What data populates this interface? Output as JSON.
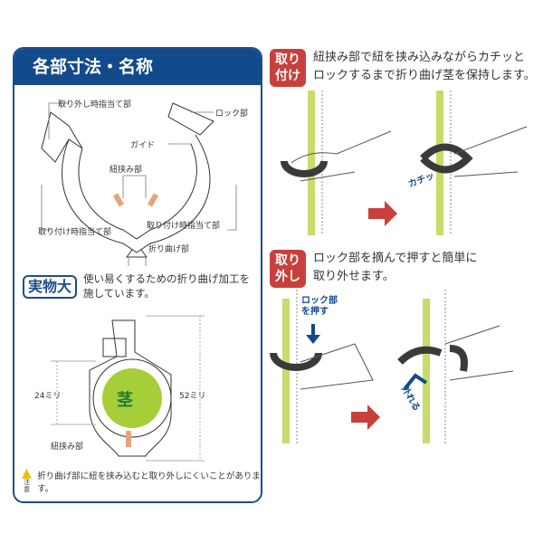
{
  "parts": {
    "title": "各部寸法・名称",
    "labels": {
      "removal_finger": "取り外し時指当て部",
      "lock": "ロック部",
      "guide": "ガイド",
      "string_clamp": "紐挟み部",
      "attach_finger_left": "取り付け時指当て部",
      "attach_finger_right": "取り付け時指当て部",
      "fold": "折り曲げ部"
    }
  },
  "actual_size": {
    "badge": "実物大",
    "description_line1": "使い易くするための折り曲げ加工を",
    "description_line2": "施しています。",
    "stem_label": "茎",
    "dim_inner": "24ミリ",
    "dim_total": "52ミリ",
    "string_clamp": "紐挟み部",
    "caution_icon_label": "注 意",
    "caution": "折り曲げ部に紐を挟み込むと取り外しにくいことがあります。"
  },
  "attach": {
    "badge_line1": "取り",
    "badge_line2": "付け",
    "text_line1": "紐挟み部で紐を挟み込みながらカチッと",
    "text_line2": "ロックするまで折り曲げ茎を保持します。",
    "sound": "カチッ"
  },
  "remove": {
    "badge_line1": "取り",
    "badge_line2": "外し",
    "text_line1": "ロック部を摘んで押すと簡単に",
    "text_line2": "取り外せます。",
    "press_line1": "ロック部",
    "press_line2": "を押す",
    "release": "外れる"
  },
  "colors": {
    "navy": "#124a8c",
    "red": "#c8403c",
    "stem": "#c6dd6a",
    "clip": "#3a3a3a"
  }
}
